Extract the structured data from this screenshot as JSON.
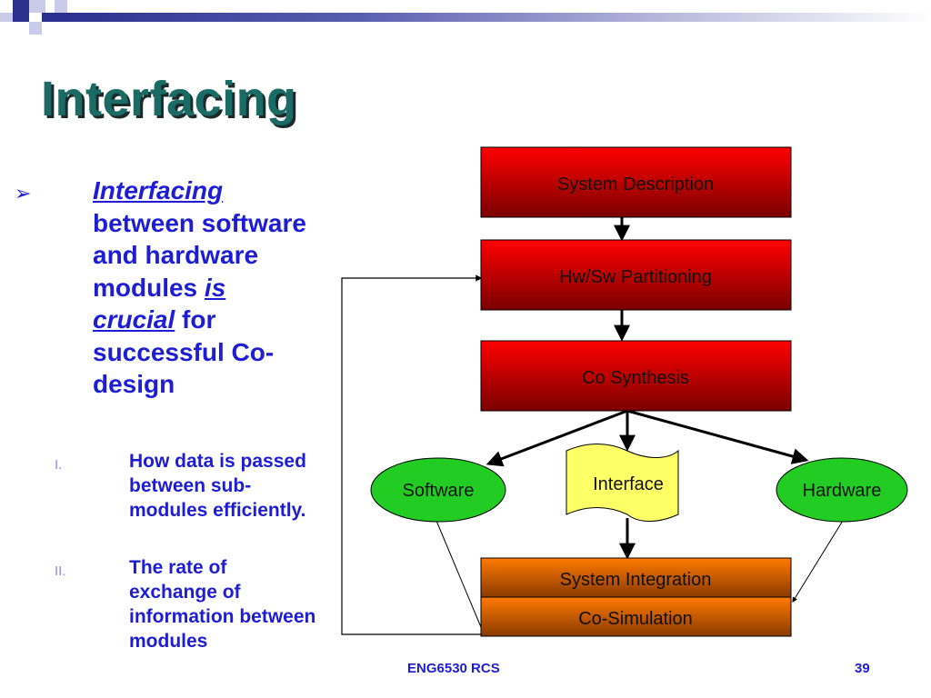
{
  "title": "Interfacing",
  "bullet": {
    "lead": "Interfacing",
    "part1": " between software and hardware modules ",
    "is": "is",
    "crucial": "crucial",
    "part2": " for successful Co-design"
  },
  "sub_items": [
    {
      "num": "I.",
      "text": "How data is passed between sub-modules efficiently."
    },
    {
      "num": "II.",
      "text": "The rate of exchange of information between modules"
    }
  ],
  "diagram": {
    "system_description": "System Description",
    "hw_sw_partitioning": "Hw/Sw Partitioning",
    "co_synthesis": "Co Synthesis",
    "software": "Software",
    "interface": "Interface",
    "hardware": "Hardware",
    "system_integration": "System Integration",
    "co_simulation": "Co-Simulation"
  },
  "footer": {
    "course": "ENG6530 RCS",
    "page": "39"
  },
  "colors": {
    "title": "#1a6b66",
    "text": "#1d1dd6",
    "red_box": "#e00000",
    "orange_box": "#e86a00",
    "green_oval": "#22cc22",
    "interface_yellow": "#ffff66"
  }
}
